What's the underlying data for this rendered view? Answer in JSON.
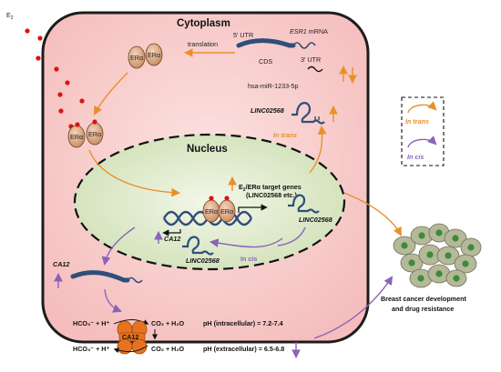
{
  "labels": {
    "e2": "E",
    "e2_sub": "2",
    "cytoplasm": "Cytoplasm",
    "nucleus": "Nucleus",
    "utr5": "5' UTR",
    "esr1_gene": "ESR1",
    "esr1_mrna": " mRNA",
    "utr3": "3' UTR",
    "translation": "translation",
    "cds": "CDS",
    "mirna": "hsa-miR-1233-5p",
    "linc_cyto": "LINC02568",
    "in_trans_cyto": "In trans",
    "era": "ERα",
    "target_line1_a": "E",
    "target_line1_sub": "2",
    "target_line1_b": "/ERα target genes",
    "target_line2": "(LINC02568 etc.)",
    "linc_right": "LINC02568",
    "ca12_gene": "CA12",
    "linc_nucleus": "LINC02568",
    "in_cis_nucleus": "In cis",
    "ca12_mrna": "CA12",
    "hco3_in": "HCO₃⁻ + H⁺",
    "co2_in": "CO₂ + H₂O",
    "ph_intra": "pH (intracellular) = 7.2-7.4",
    "ca12_protein": "CA12",
    "hco3_out": "HCO₃⁻ + H⁺",
    "co2_out": "CO₂ + H₂O",
    "ph_extra": "pH (extracellular) = 6.5-6.8",
    "outcome_line1": "Breast cancer development",
    "outcome_line2": "and drug resistance"
  },
  "legend": {
    "in_trans": "In trans",
    "in_cis": "In cis"
  },
  "colors": {
    "cell_fill": "#f7c7c7",
    "cell_border": "#1c1c1c",
    "nucleus_fill": "#dcebc7",
    "orange_arrow": "#e8902c",
    "purple_arrow": "#8a63b8",
    "e2_dot": "#e01010",
    "dna": "#2e4f7a",
    "receptor": "#e0a884",
    "ca12_protein": "#e8731f",
    "tumor": "#a8ad8a",
    "tumor_nucleus": "#3d8a3a"
  }
}
